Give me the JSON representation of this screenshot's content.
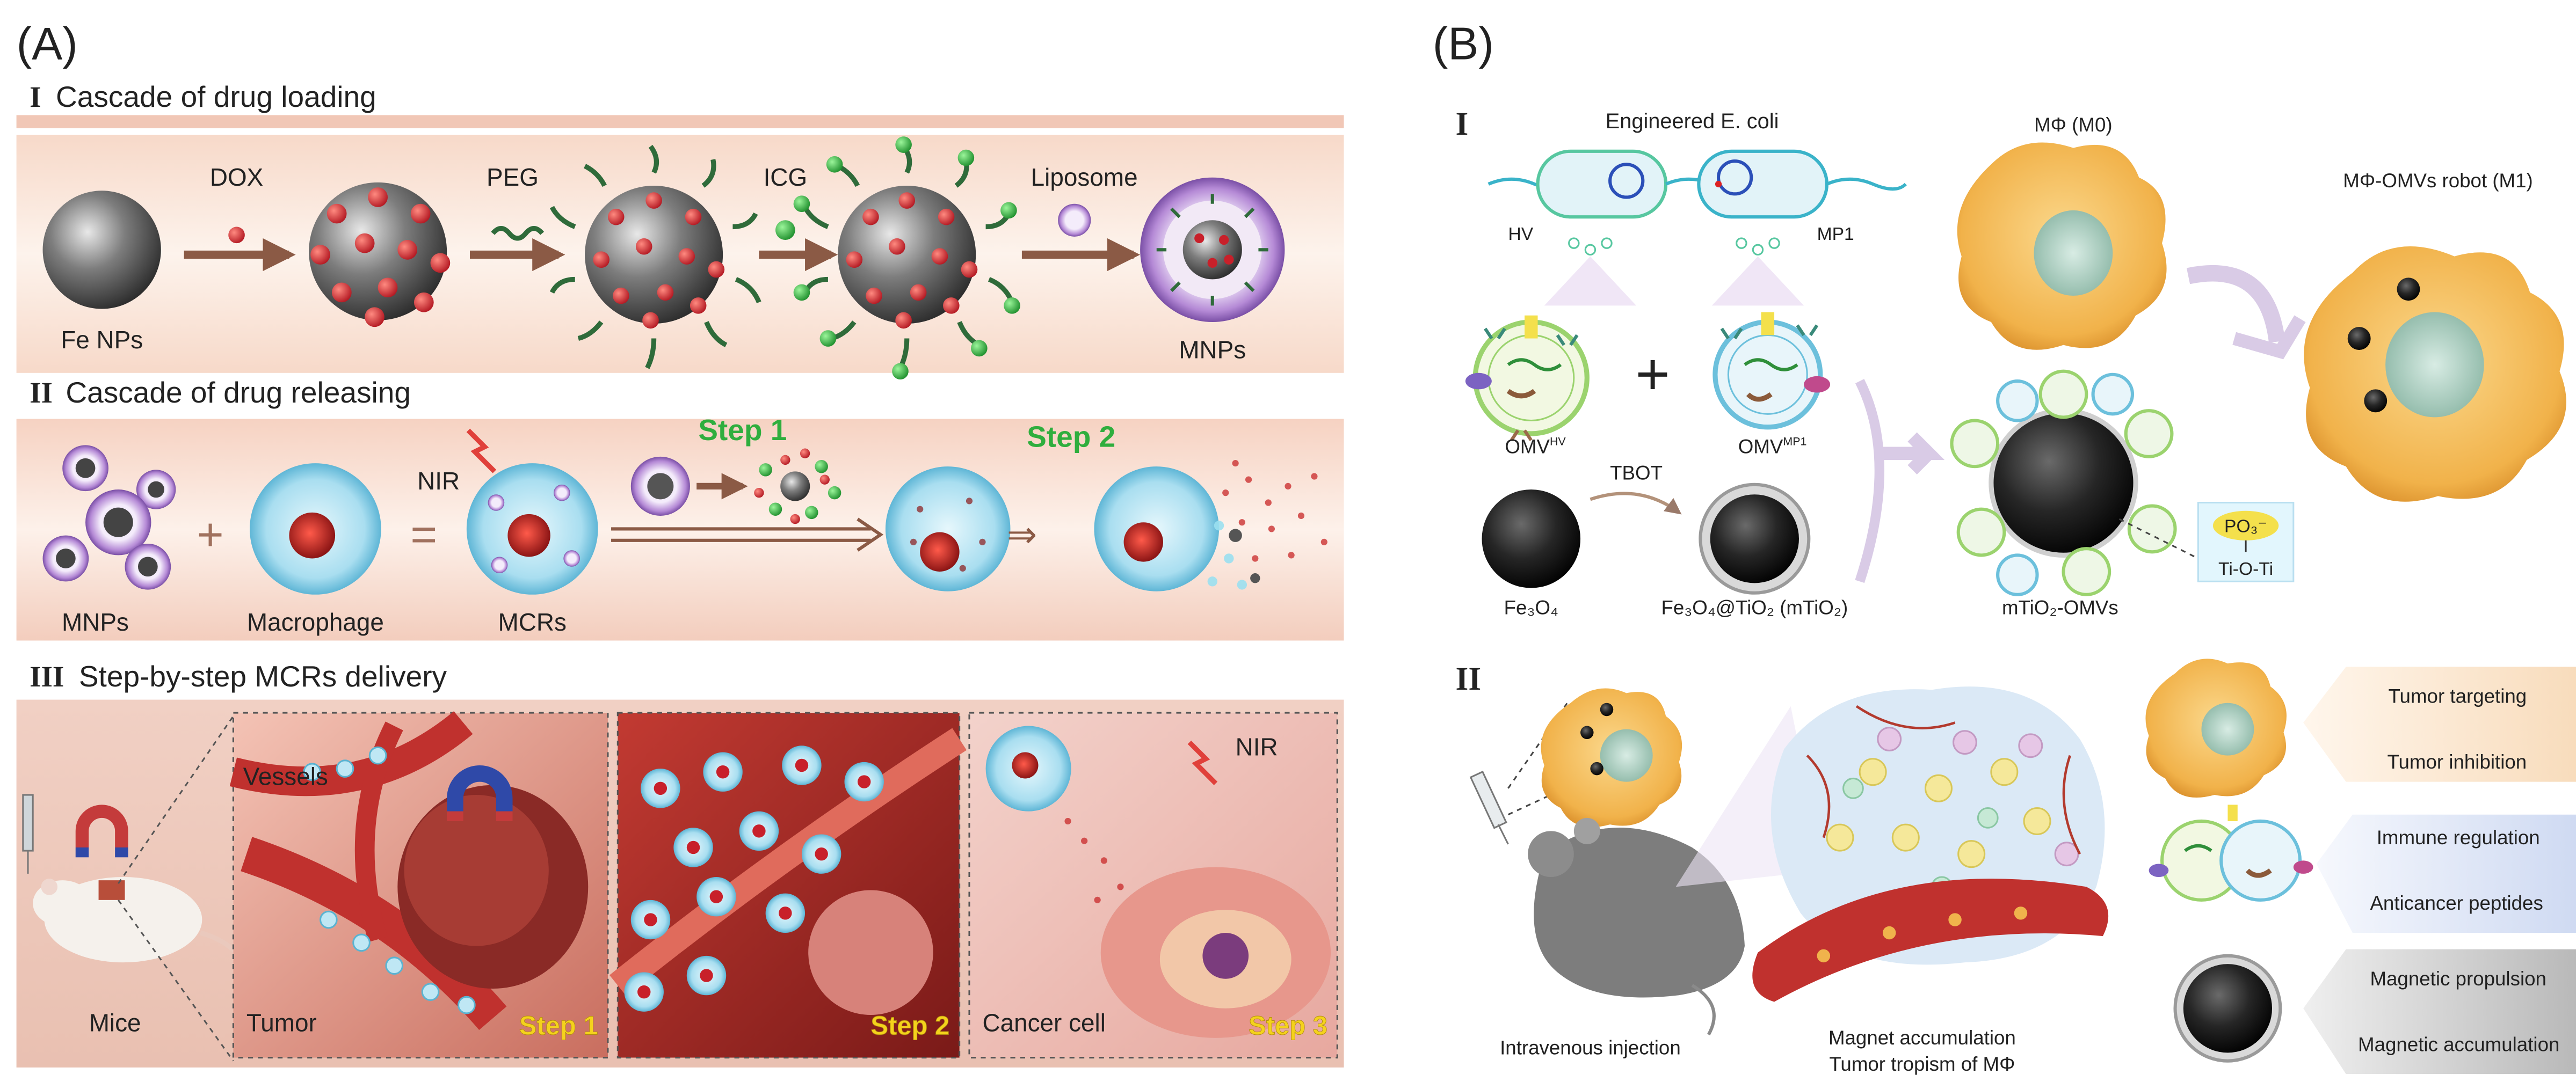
{
  "panelA": {
    "label": "(A)",
    "sec1": {
      "roman": "I",
      "title": "Cascade of drug loading"
    },
    "sec1_items": {
      "dox": "DOX",
      "peg": "PEG",
      "icg": "ICG",
      "liposome": "Liposome",
      "fe_nps": "Fe NPs",
      "mnps": "MNPs"
    },
    "sec2": {
      "roman": "II",
      "title": "Cascade of drug releasing"
    },
    "sec2_items": {
      "mnps": "MNPs",
      "plus": "+",
      "macrophage": "Macrophage",
      "equals": "=",
      "nir": "NIR",
      "mcrs": "MCRs",
      "step1": "Step 1",
      "step2": "Step 2"
    },
    "sec3": {
      "roman": "III",
      "title": "Step-by-step MCRs delivery"
    },
    "sec3_items": {
      "mice": "Mice",
      "vessels": "Vessels",
      "tumor": "Tumor",
      "step1": "Step 1",
      "step2": "Step 2",
      "cancer_cell": "Cancer cell",
      "step3": "Step 3",
      "nir": "NIR"
    }
  },
  "panelB": {
    "label": "(B)",
    "sec1": {
      "roman": "I"
    },
    "sec1_items": {
      "engineered": "Engineered E. coli",
      "hv": "HV",
      "mp1": "MP1",
      "omv": "OMV",
      "omv_hv_sup": "HV",
      "omv_mp1_sup": "MP1",
      "plus": "+",
      "tbot": "TBOT",
      "fe3o4": "Fe₃O₄",
      "fe3o4_tio2": "Fe₃O₄@TiO₂ (mTiO₂)",
      "mphi_m0": "MΦ (M0)",
      "mtio2_omvs": "mTiO₂-OMVs",
      "po3": "PO₃⁻",
      "ti_o_ti": "Ti-O-Ti",
      "robot": "MΦ-OMVs robot (M1)"
    },
    "sec2": {
      "roman": "II"
    },
    "sec2_items": {
      "iv": "Intravenous injection",
      "magnet_acc": "Magnet accumulation",
      "tropism": "Tumor tropism of MΦ",
      "tumor_targeting": "Tumor targeting",
      "tumor_inhibition": "Tumor inhibition",
      "immune_regulation": "Immune regulation",
      "anticancer_peptides": "Anticancer peptides",
      "magnetic_propulsion": "Magnetic propulsion",
      "magnetic_accumulation": "Magnetic accumulation"
    }
  },
  "colors": {
    "arrow_brown": "#8b5a45",
    "drug_red": "#c8202a",
    "peg_green": "#2f6b3a",
    "icg_green": "#2fae3e",
    "step_green": "#2fae3e",
    "step_yellow": "#f4d21c",
    "macrophage_orange": "#f0b34c",
    "cell_cyan": "#9fd8ea",
    "label_peach": "#fbe7cf",
    "label_blue": "#dde6f6",
    "label_gray": "#c6c6c6"
  }
}
